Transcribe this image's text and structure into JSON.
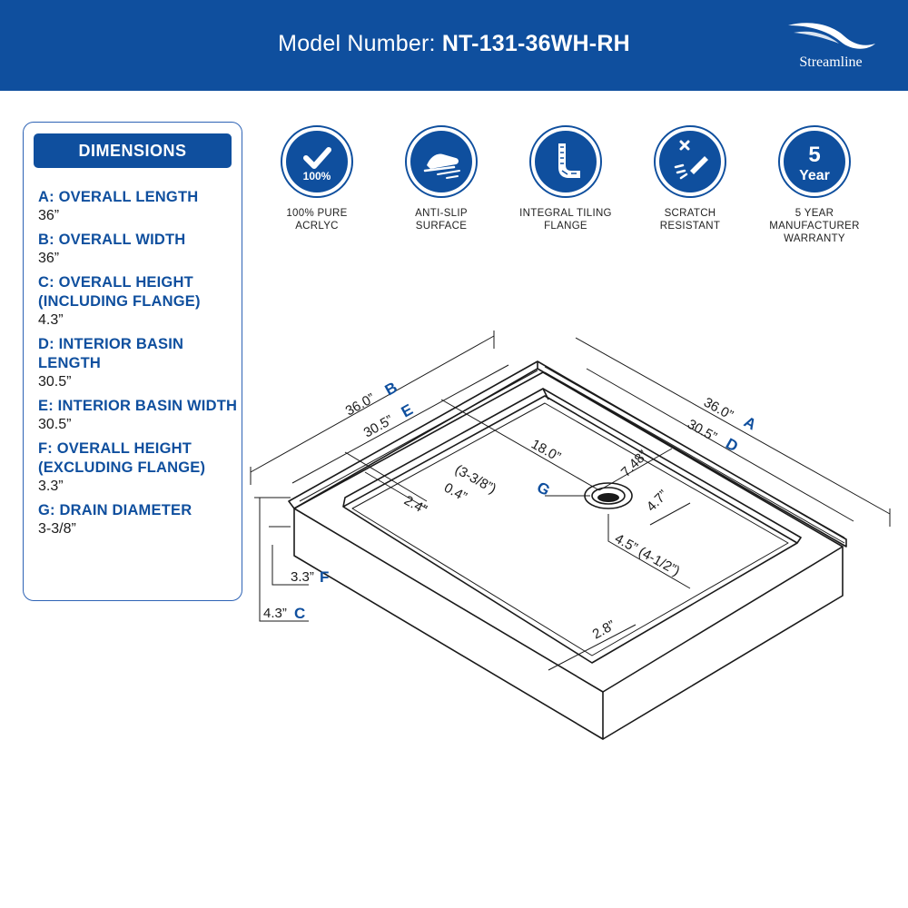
{
  "header": {
    "model_label": "Model Number:",
    "model_number": "NT-131-36WH-RH",
    "brand": "Streamline"
  },
  "colors": {
    "brand_blue": "#0f4f9e",
    "white": "#ffffff",
    "line": "#1a1a1a"
  },
  "dimensions": {
    "title": "DIMENSIONS",
    "items": [
      {
        "label": "A: OVERALL LENGTH",
        "value": "36”"
      },
      {
        "label": "B: OVERALL WIDTH",
        "value": "36”"
      },
      {
        "label": "C: OVERALL HEIGHT (INCLUDING FLANGE)",
        "value": "4.3”"
      },
      {
        "label": "D: INTERIOR BASIN LENGTH",
        "value": "30.5”"
      },
      {
        "label": "E: INTERIOR BASIN WIDTH",
        "value": "30.5”"
      },
      {
        "label": "F: OVERALL HEIGHT (EXCLUDING FLANGE)",
        "value": "3.3”"
      },
      {
        "label": "G: DRAIN DIAMETER",
        "value": "3-3/8”"
      }
    ]
  },
  "features": [
    {
      "icon": "check-icon",
      "badge": "100%",
      "line1": "100% PURE",
      "line2": "ACRLYC",
      "line3": ""
    },
    {
      "icon": "shoe-icon",
      "badge": "",
      "line1": "ANTI-SLIP",
      "line2": "SURFACE",
      "line3": ""
    },
    {
      "icon": "flange-icon",
      "badge": "",
      "line1": "INTEGRAL TILING",
      "line2": "FLANGE",
      "line3": ""
    },
    {
      "icon": "scratch-icon",
      "badge": "",
      "line1": "SCRATCH",
      "line2": "RESISTANT",
      "line3": ""
    },
    {
      "icon": "warranty-icon",
      "badge": "5",
      "badge2": "Year",
      "line1": "5 YEAR",
      "line2": "MANUFACTURER",
      "line3": "WARRANTY"
    }
  ],
  "diagram": {
    "a_value": "36.0”",
    "a_key": "A",
    "b_value": "36.0”",
    "b_key": "B",
    "c_value": "4.3”",
    "c_key": "C",
    "d_value": "30.5”",
    "d_key": "D",
    "e_value": "30.5”",
    "e_key": "E",
    "f_value": "3.3”",
    "f_key": "F",
    "g_value": "(3-3/8”)",
    "g_key": "G",
    "dim_18": "18.0”",
    "dim_748": "7.48”",
    "dim_04": "0.4”",
    "dim_24": "2.4”",
    "dim_47": "4.7”",
    "dim_45": "4.5” (4-1/2”)",
    "dim_28": "2.8”"
  }
}
